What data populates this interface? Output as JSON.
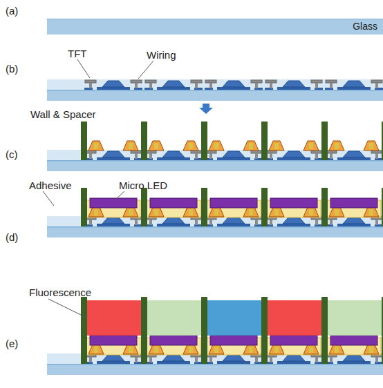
{
  "diagram": {
    "nodes": [
      {
        "text": [
          "Glass"
        ]
      }
    ],
    "labels": [
      "(a)",
      "(b)",
      "(c)",
      "(d)",
      "(e)",
      "TFT",
      "Wiring",
      "Wall & Spacer",
      "Adhesive",
      "Micro LED",
      "Fluorescence"
    ]
  }
}
